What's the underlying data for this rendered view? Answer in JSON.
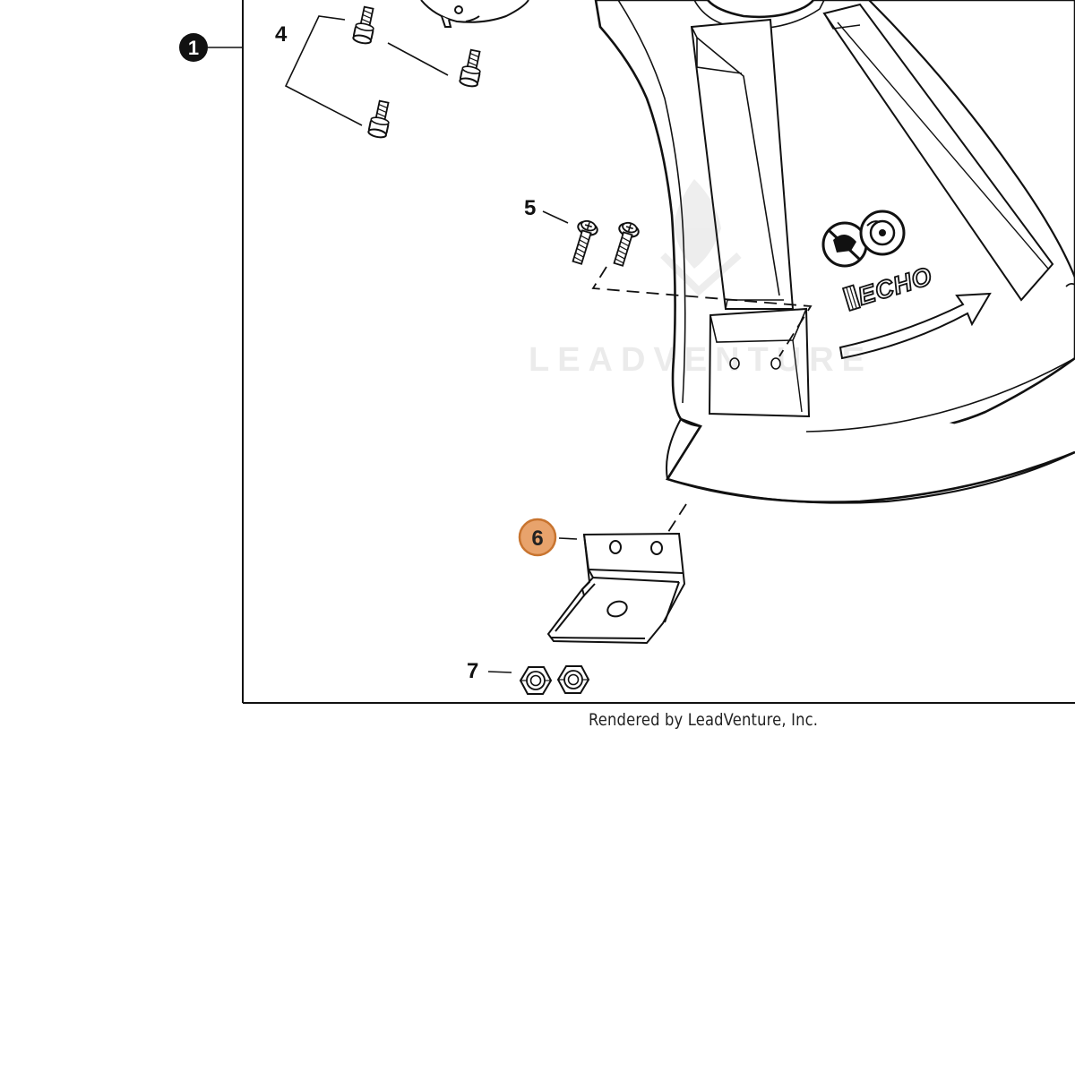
{
  "diagram": {
    "callouts": [
      {
        "id": "c1",
        "label": "1",
        "style": "filled-circle"
      },
      {
        "id": "c4",
        "label": "4",
        "style": "plain"
      },
      {
        "id": "c5",
        "label": "5",
        "style": "plain"
      },
      {
        "id": "c6",
        "label": "6",
        "style": "highlighted-circle"
      },
      {
        "id": "c7",
        "label": "7",
        "style": "plain"
      }
    ],
    "logo_text": "ECHO",
    "watermark": "LEADVENTURE",
    "highlight_color": "#E8A36C",
    "highlight_stroke": "#C8742F",
    "line_color": "#111111"
  },
  "footer": {
    "credit": "Rendered by LeadVenture, Inc."
  }
}
